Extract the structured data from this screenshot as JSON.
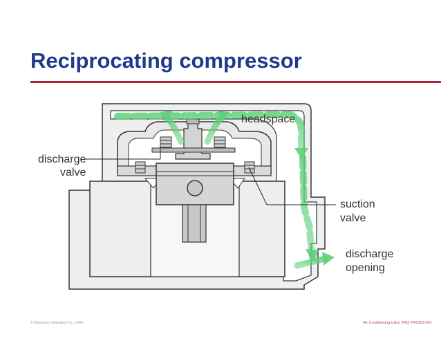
{
  "slide": {
    "title": "Reciprocating compressor",
    "footer_left": "© American Standard Inc. 1999",
    "footer_right": "Air Conditioning Clinic TRG-TRC002-EN"
  },
  "labels": {
    "headspace": "headspace",
    "discharge_valve_line1": "discharge",
    "discharge_valve_line2": "valve",
    "suction_valve_line1": "suction",
    "suction_valve_line2": "valve",
    "discharge_opening_line1": "discharge",
    "discharge_opening_line2": "opening"
  },
  "colors": {
    "title": "#1f3a8c",
    "rule": "#b0233b",
    "flow_arrow": "#5fd07a",
    "metal": "#e6e6e6",
    "outline": "#333333"
  }
}
